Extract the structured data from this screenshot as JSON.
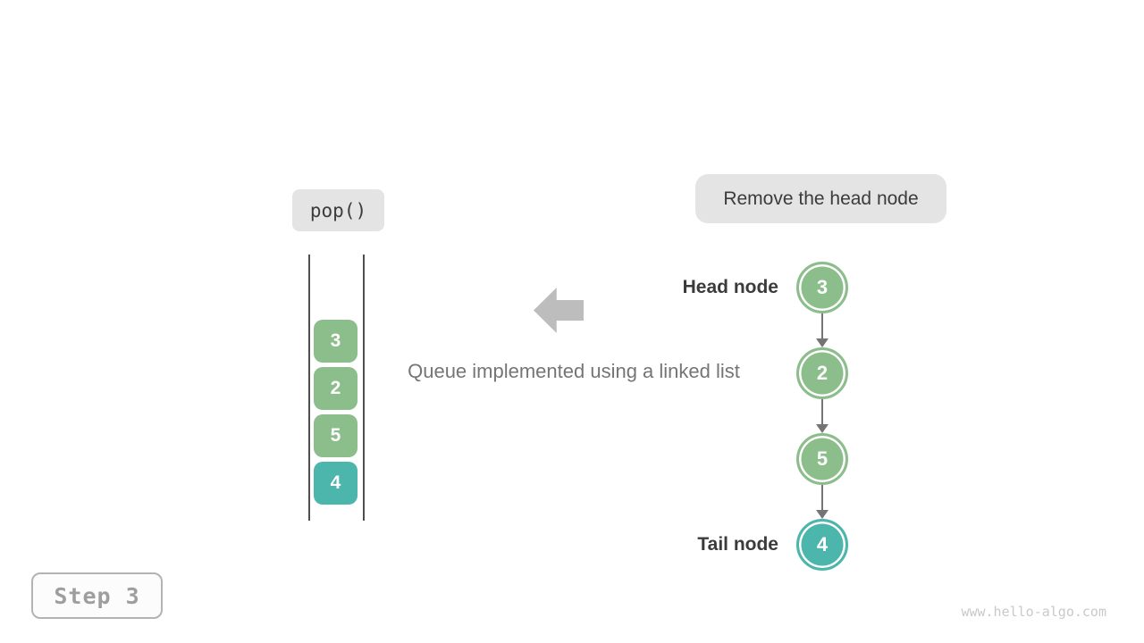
{
  "operation": {
    "label": "pop()"
  },
  "annotation": {
    "label": "Remove the head node"
  },
  "caption": {
    "text": "Queue implemented using a linked list"
  },
  "queue": {
    "items": [
      {
        "value": "3",
        "color": "green"
      },
      {
        "value": "2",
        "color": "green"
      },
      {
        "value": "5",
        "color": "green"
      },
      {
        "value": "4",
        "color": "teal"
      }
    ]
  },
  "linked_list": {
    "head_label": "Head node",
    "tail_label": "Tail node",
    "nodes": [
      {
        "value": "3",
        "color": "green"
      },
      {
        "value": "2",
        "color": "green"
      },
      {
        "value": "5",
        "color": "green"
      },
      {
        "value": "4",
        "color": "teal"
      }
    ]
  },
  "step": {
    "label": "Step 3"
  },
  "watermark": {
    "text": "www.hello-algo.com"
  },
  "colors": {
    "node_green": "#8BBE8B",
    "node_teal": "#4DB6AC",
    "badge_background": "#E4E4E4",
    "dark_text": "#3B3B3B",
    "caption_text": "#757575",
    "big_arrow_gray": "#BDBDBD",
    "connector_gray": "#757575",
    "step_text": "#9E9E9E",
    "watermark_text": "#C9C9C9"
  }
}
